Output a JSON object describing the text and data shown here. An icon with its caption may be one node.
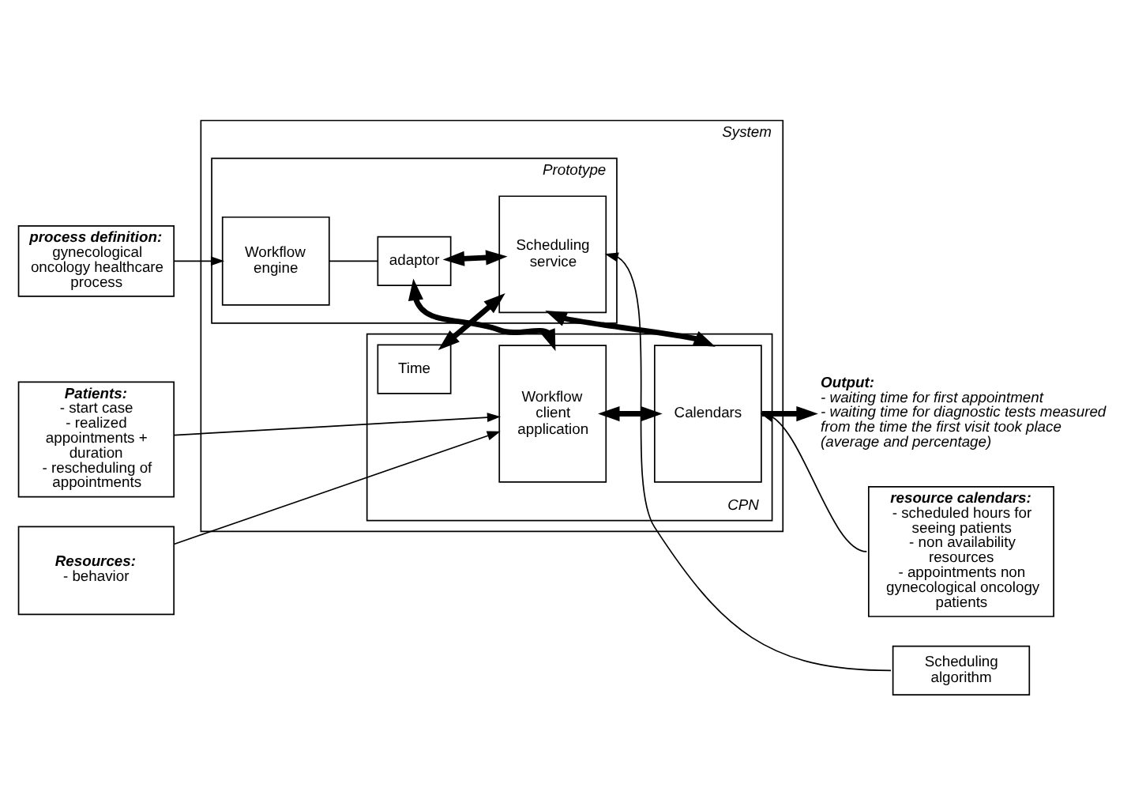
{
  "diagram": {
    "nodes": [
      {
        "text": [
          "process definition:",
          "gynecological oncology healthcare process"
        ]
      },
      {
        "text": [
          "Patients:",
          "- start case",
          "- realized appointments + duration",
          "- rescheduling of appointments"
        ]
      },
      {
        "text": [
          "Resources:",
          "- behavior"
        ]
      },
      {
        "text": [
          "System"
        ]
      },
      {
        "text": [
          "Prototype"
        ],
        "in": 3
      },
      {
        "text": [
          "Workflow engine"
        ],
        "in": 4
      },
      {
        "text": [
          "adaptor"
        ],
        "in": 4
      },
      {
        "text": [
          "Scheduling service"
        ],
        "in": 4
      },
      {
        "text": [
          "CPN"
        ],
        "in": 3
      },
      {
        "text": [
          "Time"
        ],
        "in": 8
      },
      {
        "text": [
          "Workflow client application"
        ],
        "in": 8
      },
      {
        "text": [
          "Calendars"
        ],
        "in": 8
      },
      {
        "text": [
          "Scheduling algorithm"
        ]
      },
      {
        "text": [
          "resource calendars:",
          "- scheduled hours for seeing patients",
          "- non availability resources",
          "- appointments non gynecological oncology patients"
        ]
      },
      {
        "text": [
          "Output:",
          "- waiting time for first appointment",
          "- waiting time for diagnostic tests measured from the time the first visit took place (average and percentage)"
        ]
      }
    ],
    "edges": [
      {
        "from": 0,
        "to": 5,
        "arrow": "to"
      },
      {
        "from": 1,
        "to": 10,
        "arrow": "to"
      },
      {
        "from": 2,
        "to": 10,
        "arrow": "to"
      },
      {
        "from": 5,
        "to": 6,
        "arrow": "none"
      },
      {
        "from": 6,
        "to": 7,
        "arrow": "both",
        "style": "thick"
      },
      {
        "from": 6,
        "to": 10,
        "arrow": "both",
        "style": "thick"
      },
      {
        "from": 9,
        "to": 7,
        "arrow": "both",
        "style": "thick"
      },
      {
        "from": 10,
        "to": 11,
        "arrow": "both",
        "style": "thick"
      },
      {
        "from": 7,
        "to": 11,
        "arrow": "both",
        "style": "thick"
      },
      {
        "from": 12,
        "to": 7,
        "arrow": "to"
      },
      {
        "from": 13,
        "to": 11,
        "arrow": "to"
      },
      {
        "from": 11,
        "to": 14,
        "arrow": "to",
        "style": "thick"
      }
    ]
  }
}
